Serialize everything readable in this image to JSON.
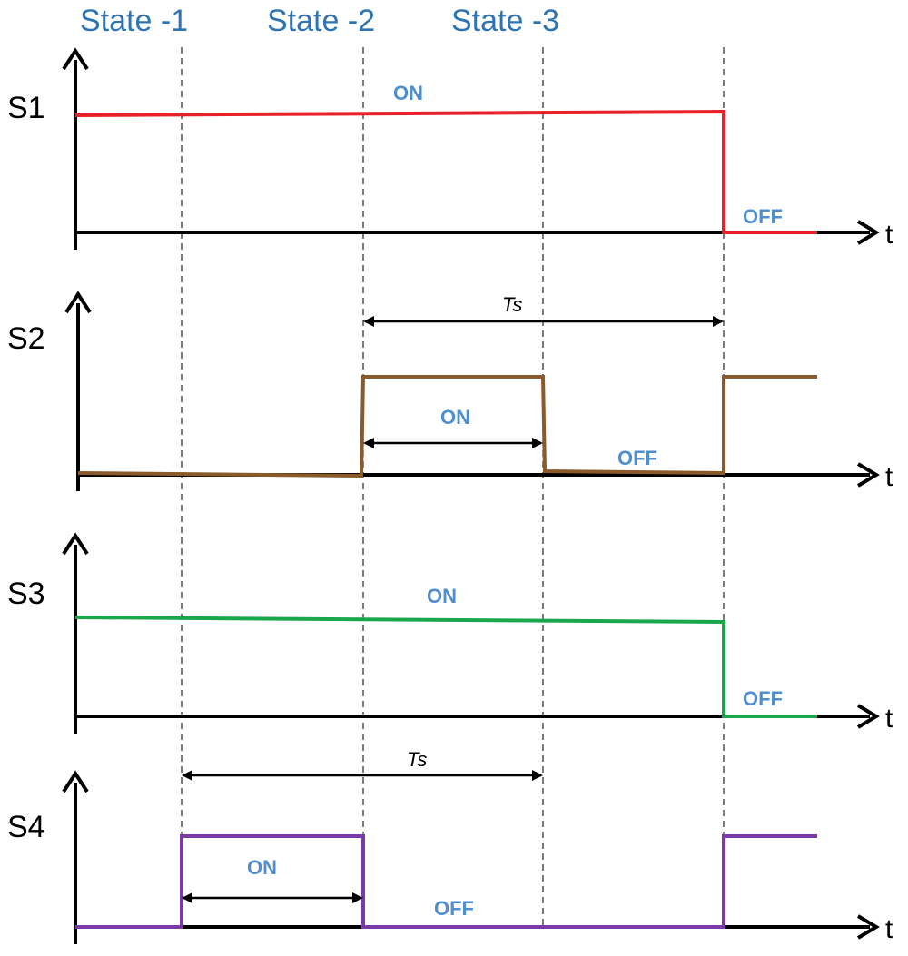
{
  "colors": {
    "state_text": "#2e74b5",
    "on_off_text": "#4f8fd0",
    "s1": "#e8202a",
    "s2": "#8b5a2b",
    "s3": "#1aa64a",
    "s4": "#7a3aa8",
    "axis": "#000000"
  },
  "states": [
    "State -1",
    "State -2",
    "State -3"
  ],
  "axis_label": "t",
  "signals": [
    {
      "label": "S1",
      "on": "ON",
      "off": "OFF",
      "ts": ""
    },
    {
      "label": "S2",
      "on": "ON",
      "off": "OFF",
      "ts": "Ts"
    },
    {
      "label": "S3",
      "on": "ON",
      "off": "OFF",
      "ts": ""
    },
    {
      "label": "S4",
      "on": "ON",
      "off": "OFF",
      "ts": "Ts"
    }
  ]
}
